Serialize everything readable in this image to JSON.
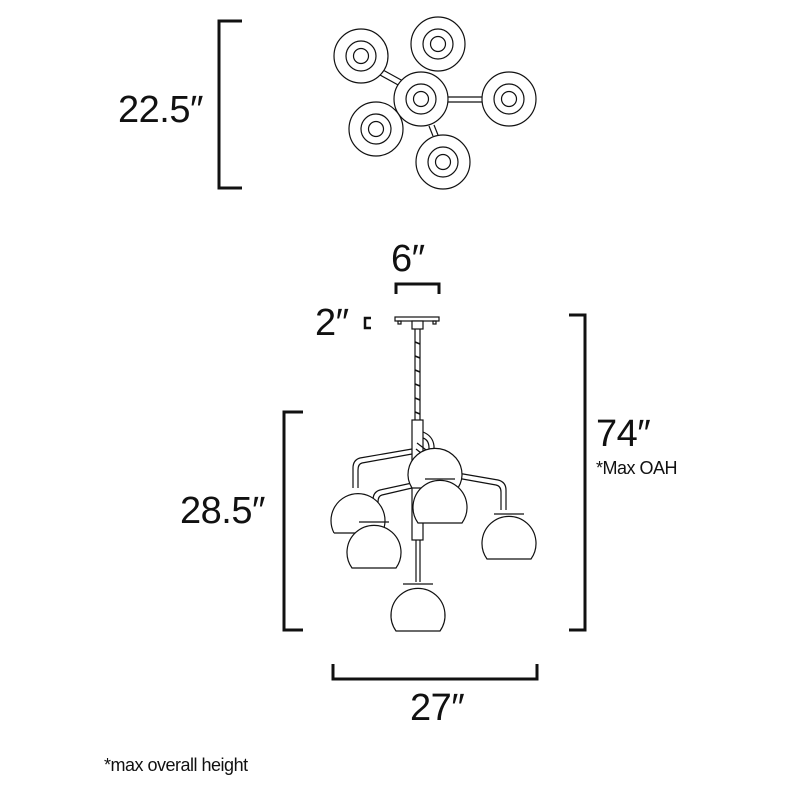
{
  "diagram": {
    "title": "Chandelier dimension drawing",
    "colors": {
      "line": "#111111",
      "background": "#ffffff"
    },
    "top_view": {
      "dimension": "22.5″",
      "globes": 6
    },
    "side_view": {
      "canopy_width": "6″",
      "canopy_height": "2″",
      "fixture_height": "28.5″",
      "overall_height": "74″",
      "overall_height_note": "*Max OAH",
      "width": "27″",
      "globes": 6
    },
    "footnote": "*max overall height"
  }
}
